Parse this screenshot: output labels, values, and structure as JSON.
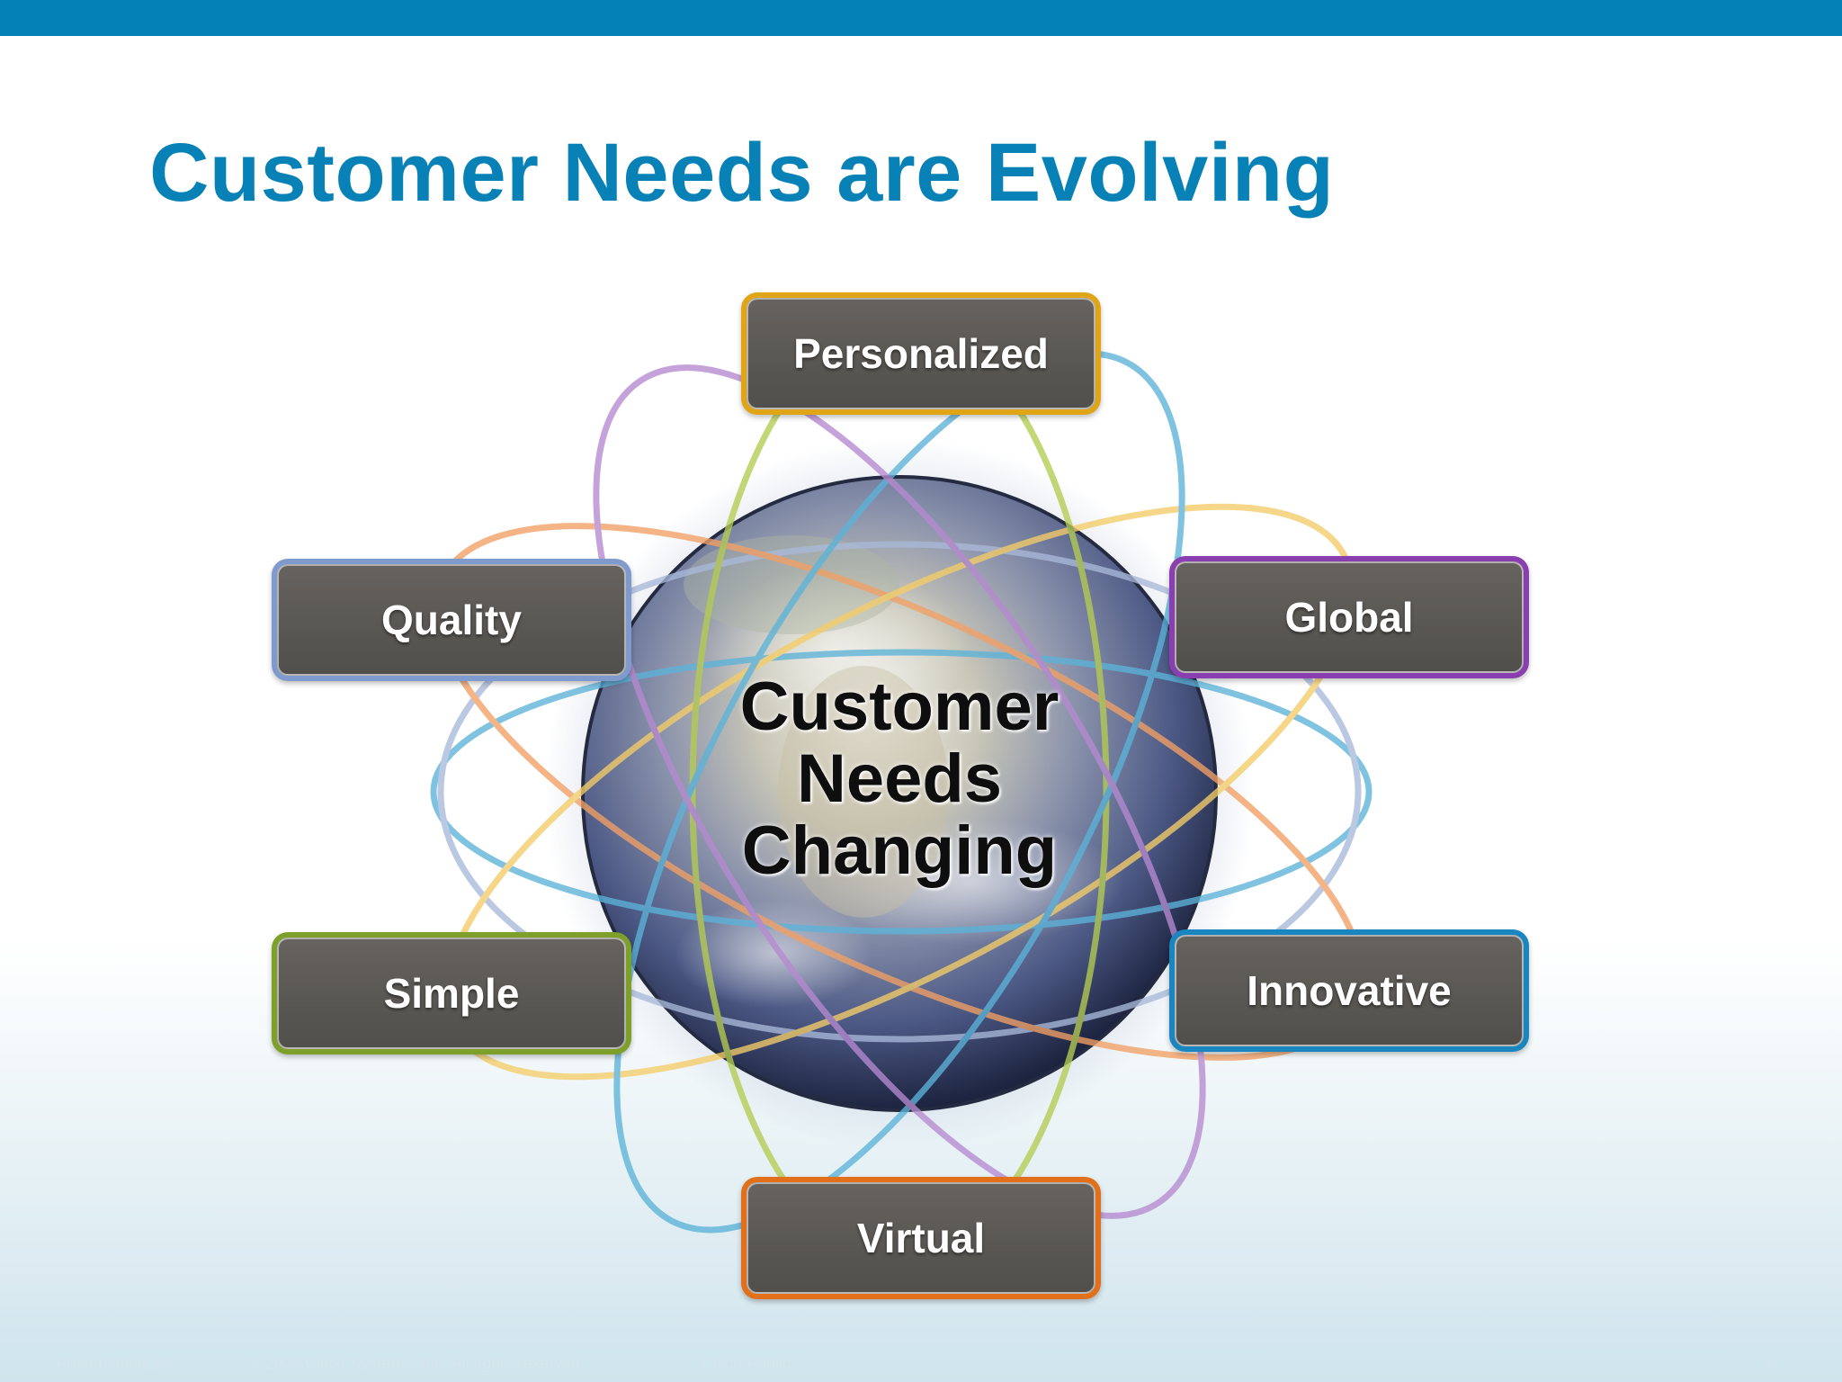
{
  "title": "Customer Needs are Evolving",
  "center_label": [
    "Customer",
    "Needs",
    "Changing"
  ],
  "nodes": {
    "personalized": {
      "label": "Personalized",
      "color": "#e0a417"
    },
    "quality": {
      "label": "Quality",
      "color": "#7f9bcd"
    },
    "global": {
      "label": "Global",
      "color": "#8a3fb0"
    },
    "simple": {
      "label": "Simple",
      "color": "#7da02b"
    },
    "innovative": {
      "label": "Innovative",
      "color": "#1a86c0"
    },
    "virtual": {
      "label": "Virtual",
      "color": "#e2701a"
    }
  },
  "orbit_colors": {
    "blue": "#5cb3d9",
    "purple": "#b68ad0",
    "green": "#b4cc52",
    "orange": "#f2a065",
    "yellow": "#f4cd68",
    "lavender": "#a9b9d9"
  },
  "footer": {
    "presentation_id": "Presentation_ID",
    "copyright": "© 2008 Cisco Systems, Inc. All rights reserved.",
    "classification": "Cisco Public",
    "page_number": "6"
  }
}
